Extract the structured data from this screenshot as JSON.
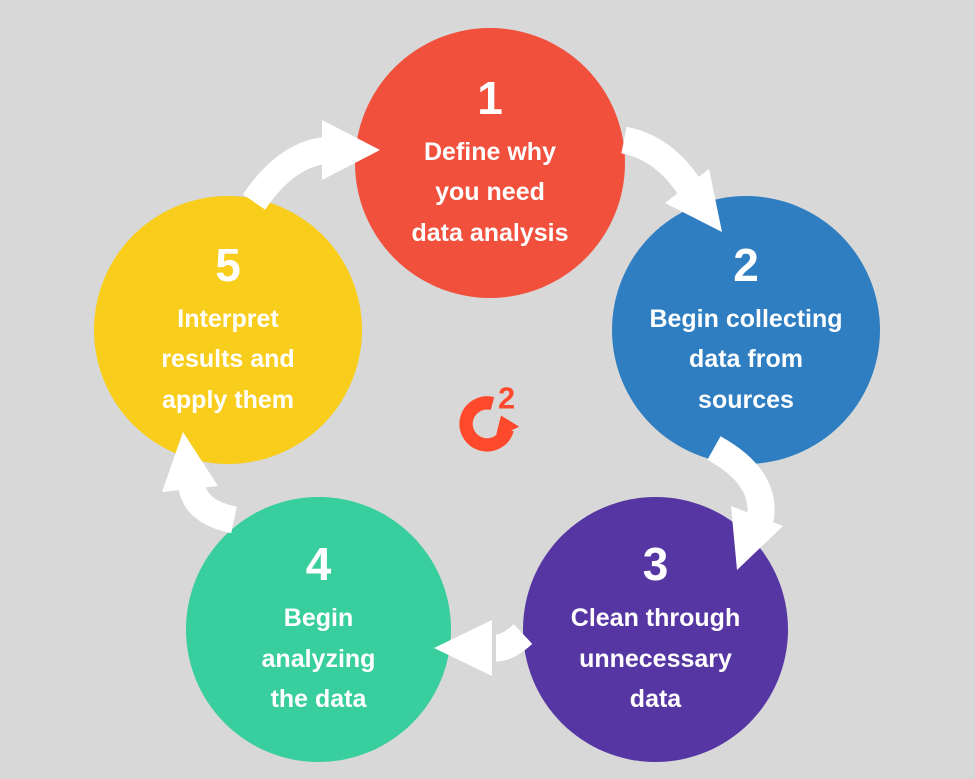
{
  "page": {
    "background": "#D8D8D8"
  },
  "logo": {
    "name": "G2 logo",
    "color": "#FF492C",
    "mark": "2"
  },
  "arrows": {
    "color": "#FFFFFF"
  },
  "steps": [
    {
      "number": "1",
      "label": [
        "Define why",
        "you need",
        "data analysis"
      ],
      "color": "#F0503C",
      "text_color": "#FFFFFF"
    },
    {
      "number": "2",
      "label": [
        "Begin collecting",
        "data from",
        "sources"
      ],
      "color": "#2E7EC1",
      "text_color": "#FFFFFF"
    },
    {
      "number": "3",
      "label": [
        "Clean through",
        "unnecessary",
        "data"
      ],
      "color": "#5636A3",
      "text_color": "#FFFFFF"
    },
    {
      "number": "4",
      "label": [
        "Begin",
        "analyzing",
        "the data"
      ],
      "color": "#38CE9D",
      "text_color": "#FFFFFF"
    },
    {
      "number": "5",
      "label": [
        "Interpret",
        "results and",
        "apply them"
      ],
      "color": "#F9CD1B",
      "text_color": "#FFFFFF"
    }
  ]
}
